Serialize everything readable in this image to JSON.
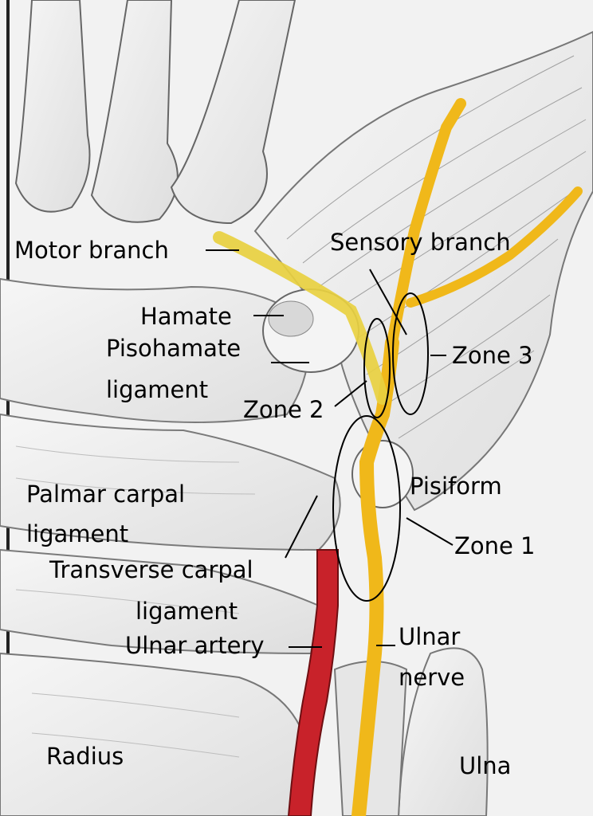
{
  "labels": {
    "motor_branch": "Motor branch",
    "sensory_branch": "Sensory branch",
    "hamate": "Hamate",
    "pisohamate_ligament_1": "Pisohamate",
    "pisohamate_ligament_2": "ligament",
    "zone_3": "Zone 3",
    "zone_2": "Zone 2",
    "zone_1": "Zone 1",
    "pisiform": "Pisiform",
    "palmar_carpal_ligament_1": "Palmar carpal",
    "palmar_carpal_ligament_2": "ligament",
    "transverse_carpal_ligament_1": "Transverse carpal",
    "transverse_carpal_ligament_2": "ligament",
    "ulnar_artery": "Ulnar artery",
    "ulnar_nerve_1": "Ulnar",
    "ulnar_nerve_2": "nerve",
    "radius": "Radius",
    "ulna": "Ulna"
  },
  "colors": {
    "nerve": "#f0b81a",
    "motor_branch": "#e8d040",
    "artery": "#c8222a",
    "outline": "#000000",
    "bone": "#ededed",
    "pencil": "#8c8c8c"
  }
}
